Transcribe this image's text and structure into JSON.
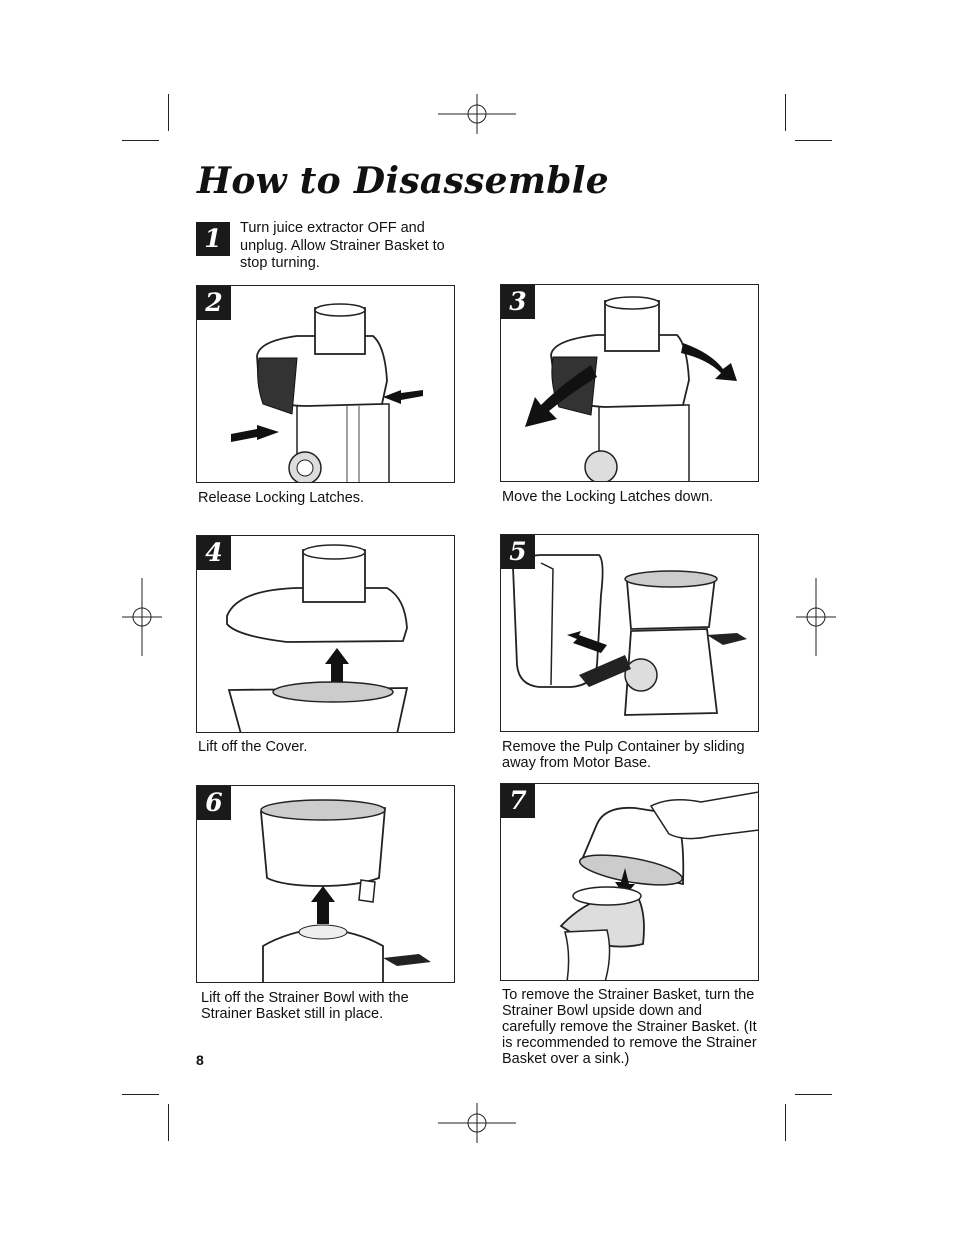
{
  "page": {
    "title": "How to Disassemble",
    "page_number": "8"
  },
  "steps": [
    {
      "number": "1",
      "text": "Turn juice extractor OFF and unplug. Allow Strainer Basket to stop turning."
    },
    {
      "number": "2",
      "caption": "Release Locking Latches."
    },
    {
      "number": "3",
      "caption": "Move the Locking Latches down."
    },
    {
      "number": "4",
      "caption": "Lift off the Cover."
    },
    {
      "number": "5",
      "caption": "Remove the Pulp Container by sliding away from Motor Base."
    },
    {
      "number": "6",
      "caption": "Lift off the Strainer Bowl with the Strainer Basket still in place."
    },
    {
      "number": "7",
      "caption": "To remove the Strainer Basket, turn the Strainer Bowl upside down and carefully remove the Strainer Basket. (It is recommended to remove the Strainer Basket over a sink.)"
    }
  ]
}
